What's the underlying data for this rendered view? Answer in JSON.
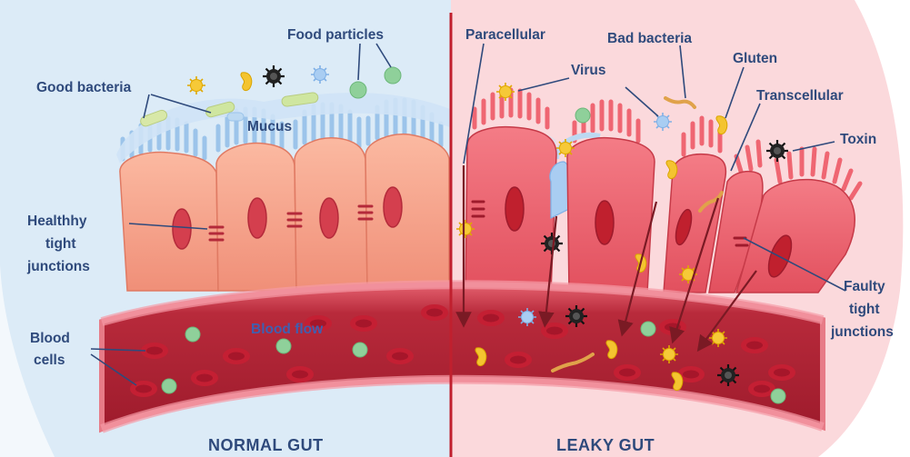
{
  "labels": {
    "food_particles": "Food particles",
    "good_bacteria": "Good bacteria",
    "mucus": "Mucus",
    "healthy_tight_junctions": [
      "Healthhy",
      "tight",
      "junctions"
    ],
    "blood_cells": [
      "Blood",
      "cells"
    ],
    "blood_flow": "Blood flow",
    "paracellular": "Paracellular",
    "virus": "Virus",
    "bad_bacteria": "Bad bacteria",
    "gluten": "Gluten",
    "transcellular": "Transcellular",
    "toxin": "Toxin",
    "faulty_tight_junctions": [
      "Faulty",
      "tight",
      "junctions"
    ],
    "normal_gut": "NORMAL GUT",
    "leaky_gut": "LEAKY GUT"
  },
  "colors": {
    "normal_bg": "#dcebf7",
    "leaky_bg": "#fbd9dc",
    "label": "#2f4a7c",
    "divider": "#c0202e",
    "vessel": "#c8384a",
    "vessel_inner": "#a91f31",
    "cell_normal": "#f7a58e",
    "cell_leaky": "#ef6672",
    "mucus": "#bcd9f2",
    "food_particle": "#8fd09a",
    "virus": "#f4c430",
    "toxin": "#1a1a1a"
  },
  "icons": [
    "virus-icon",
    "toxin-icon",
    "bacteria-icon",
    "food-particle-icon",
    "gluten-icon",
    "blood-cell-icon",
    "arrow-icon"
  ]
}
